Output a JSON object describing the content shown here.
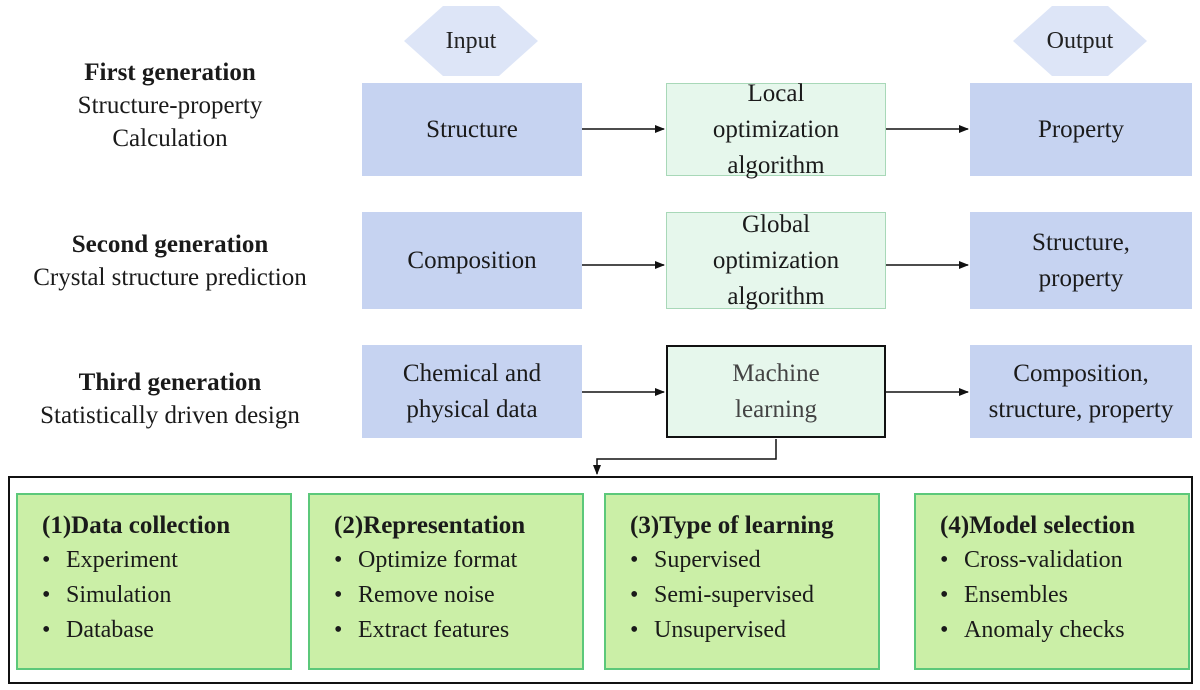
{
  "io": {
    "input": "Input",
    "output": "Output"
  },
  "generations": [
    {
      "title": "First generation",
      "lines": [
        "Structure-property",
        "Calculation"
      ],
      "input": "Structure",
      "method": "Local optimization algorithm",
      "output": "Property"
    },
    {
      "title": "Second generation",
      "lines": [
        "Crystal structure prediction"
      ],
      "input": "Composition",
      "method": "Global optimization algorithm",
      "output": "Structure, property"
    },
    {
      "title": "Third generation",
      "lines": [
        "Statistically driven design"
      ],
      "input": "Chemical and physical data",
      "method": "Machine learning",
      "output": "Composition, structure, property"
    }
  ],
  "panels": [
    {
      "title": "(1)Data collection",
      "items": [
        "Experiment",
        "Simulation",
        "Database"
      ]
    },
    {
      "title": "(2)Representation",
      "items": [
        "Optimize format",
        "Remove noise",
        "Extract features"
      ]
    },
    {
      "title": "(3)Type of learning",
      "items": [
        "Supervised",
        "Semi-supervised",
        "Unsupervised"
      ]
    },
    {
      "title": "(4)Model selection",
      "items": [
        "Cross-validation",
        "Ensembles",
        "Anomaly checks"
      ]
    }
  ],
  "colors": {
    "io_box": "#c6d3f1",
    "method_box": "#e6f7ec",
    "panel_fill": "#cbefa7",
    "panel_border": "#5cc87a",
    "diamond": "#dde5f7"
  }
}
